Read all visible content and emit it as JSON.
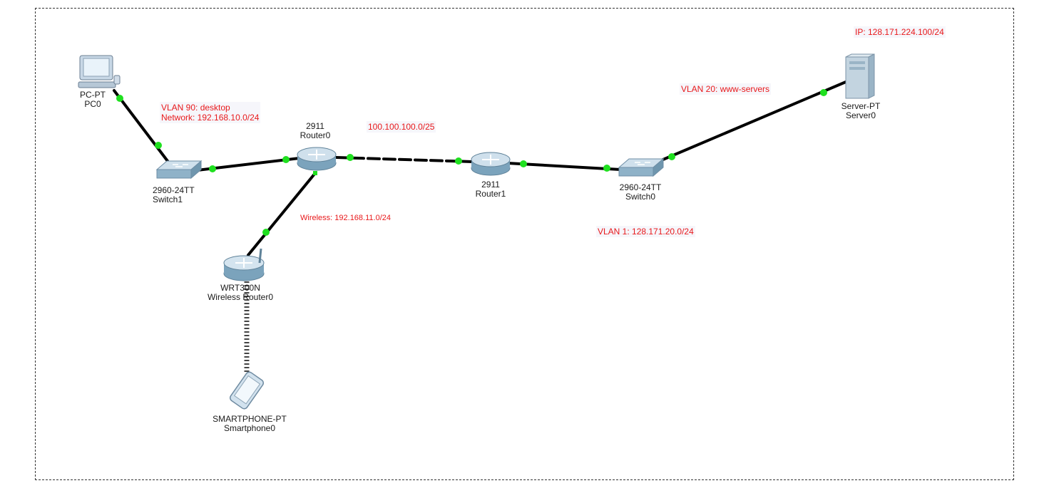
{
  "devices": {
    "pc0": {
      "model": "PC-PT",
      "name": "PC0"
    },
    "switch1": {
      "model": "2960-24TT",
      "name": "Switch1"
    },
    "router0": {
      "model": "2911",
      "name": "Router0"
    },
    "router1": {
      "model": "2911",
      "name": "Router1"
    },
    "switch0": {
      "model": "2960-24TT",
      "name": "Switch0"
    },
    "server0": {
      "model": "Server-PT",
      "name": "Server0"
    },
    "wrouter0": {
      "model": "WRT300N",
      "name": "Wireless Router0"
    },
    "smartphone0": {
      "model": "SMARTPHONE-PT",
      "name": "Smartphone0"
    }
  },
  "notes": {
    "vlan90_line1": "VLAN 90: desktop",
    "vlan90_line2": "Network: 192.168.10.0/24",
    "wan": "100.100.100.0/25",
    "wireless": "Wireless: 192.168.11.0/24",
    "vlan20": "VLAN 20: www-servers",
    "server_ip": "IP: 128.171.224.100/24",
    "vlan1": "VLAN 1: 128.171.20.0/24"
  },
  "colors": {
    "link": "#000000",
    "link_up": "#1fe01f",
    "note_text": "#e8191b"
  }
}
